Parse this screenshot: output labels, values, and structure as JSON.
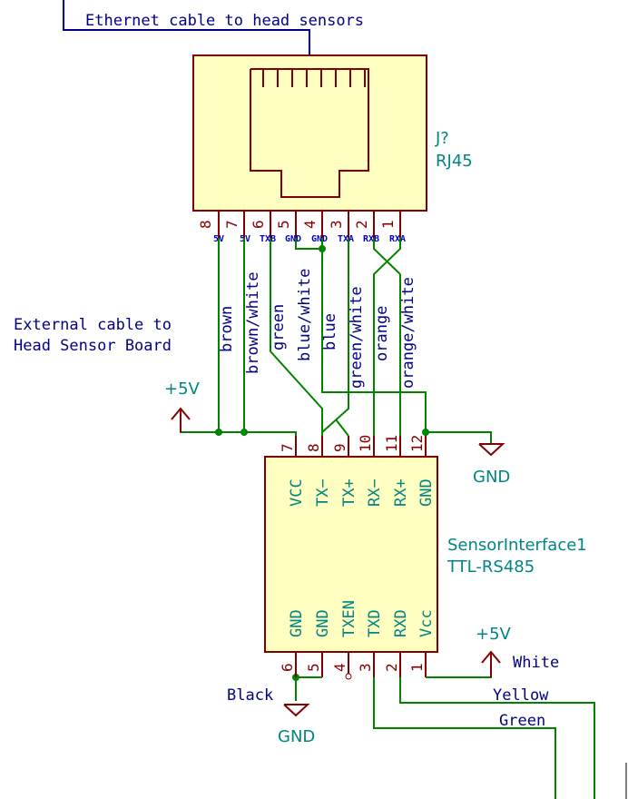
{
  "labels": {
    "ethernet": "Ethernet cable to head sensors",
    "external_line1": "External cable to",
    "external_line2": "Head Sensor Board",
    "white": "White",
    "yellow": "Yellow",
    "green": "Green",
    "black": "Black"
  },
  "power": {
    "p5v_left": "+5V",
    "p5v_right": "+5V",
    "gnd_right": "GND",
    "gnd_bottom": "GND"
  },
  "rj45": {
    "ref": "J?",
    "value": "RJ45",
    "pin_numbers": [
      "8",
      "7",
      "6",
      "5",
      "4",
      "3",
      "2",
      "1"
    ],
    "pin_names": [
      "5V",
      "5V",
      "TXB",
      "GND",
      "GND",
      "TXA",
      "RXB",
      "RXA"
    ],
    "wire_colors": [
      "brown",
      "brown/white",
      "green",
      "blue/white",
      "blue",
      "green/white",
      "orange",
      "orange/white"
    ]
  },
  "sensor_interface": {
    "ref": "SensorInterface1",
    "value": "TTL-RS485",
    "top_pin_numbers": [
      "7",
      "8",
      "9",
      "10",
      "11",
      "12"
    ],
    "top_pin_names": [
      "VCC",
      "TX−",
      "TX+",
      "RX−",
      "RX+",
      "GND"
    ],
    "bottom_pin_numbers": [
      "6",
      "5",
      "4",
      "3",
      "2",
      "1"
    ],
    "bottom_pin_names": [
      "GND",
      "GND",
      "TXEN",
      "TXD",
      "RXD",
      "Vcc"
    ]
  }
}
